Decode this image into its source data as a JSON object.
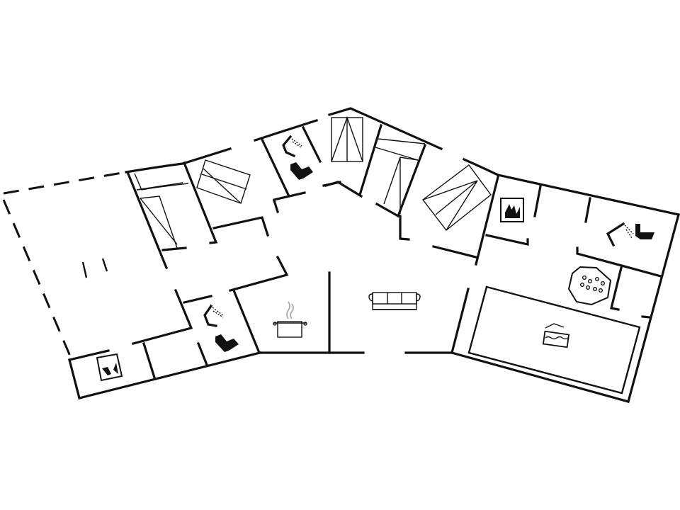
{
  "plan": {
    "background": "#ffffff",
    "wall_color": "#111111",
    "rooms": [
      {
        "type": "terrace",
        "icon": "terrace-outline"
      },
      {
        "type": "bedroom",
        "icon": "bed-icon"
      },
      {
        "type": "bedroom",
        "icon": "bed-icon"
      },
      {
        "type": "bathroom",
        "icon": "shower-icon"
      },
      {
        "type": "bathroom",
        "icon": "toilet-icon"
      },
      {
        "type": "bedroom",
        "icon": "bed-icon"
      },
      {
        "type": "bedroom",
        "icon": "bed-icon"
      },
      {
        "type": "bedroom",
        "icon": "bed-icon"
      },
      {
        "type": "utility",
        "icon": "washing-machine-icon"
      },
      {
        "type": "bathroom",
        "icon": "shower-icon"
      },
      {
        "type": "spa",
        "icon": "hot-tub-icon"
      },
      {
        "type": "pool",
        "icon": "pool-icon"
      },
      {
        "type": "living",
        "icon": "sofa-icon"
      },
      {
        "type": "kitchen",
        "icon": "cooking-pot-icon"
      }
    ]
  }
}
